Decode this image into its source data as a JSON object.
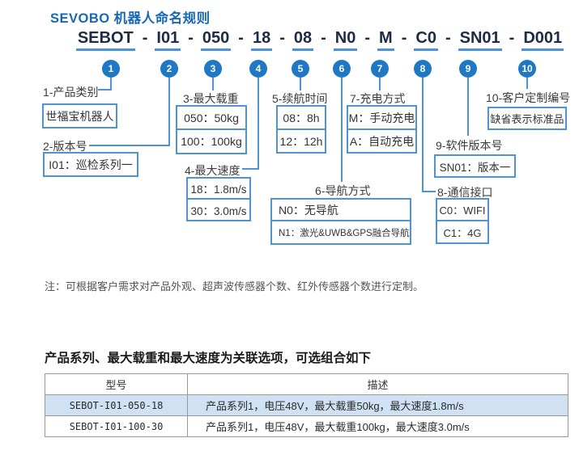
{
  "title": "SEVOBO 机器人命名规则",
  "model": {
    "segments": [
      "SEBOT",
      "I01",
      "050",
      "18",
      "08",
      "N0",
      "M",
      "C0",
      "SN01",
      "D001"
    ],
    "separator": "-"
  },
  "groups": [
    {
      "num": "1",
      "label": "1-产品类别",
      "options": [
        "世福宝机器人"
      ]
    },
    {
      "num": "2",
      "label": "2-版本号",
      "options": [
        "I01：巡检系列一"
      ]
    },
    {
      "num": "3",
      "label": "3-最大载重",
      "options": [
        "050：50kg",
        "100：100kg"
      ]
    },
    {
      "num": "4",
      "label": "4-最大速度",
      "options": [
        "18：1.8m/s",
        "30：3.0m/s"
      ]
    },
    {
      "num": "5",
      "label": "5-续航时间",
      "options": [
        "08：8h",
        "12：12h"
      ]
    },
    {
      "num": "6",
      "label": "6-导航方式",
      "options": [
        "N0：无导航",
        "N1：激光&UWB&GPS融合导航"
      ]
    },
    {
      "num": "7",
      "label": "7-充电方式",
      "options": [
        "M：手动充电",
        "A：自动充电"
      ]
    },
    {
      "num": "8",
      "label": "8-通信接口",
      "options": [
        "C0：WIFI",
        "C1：4G"
      ]
    },
    {
      "num": "9",
      "label": "9-软件版本号",
      "options": [
        "SN01：版本一"
      ]
    },
    {
      "num": "10",
      "label": "10-客户定制编号",
      "options": [
        "缺省表示标准品"
      ]
    }
  ],
  "note": "注：可根据客户需求对产品外观、超声波传感器个数、红外传感器个数进行定制。",
  "combo_title": "产品系列、最大载重和最大速度为关联选项，可选组合如下",
  "table": {
    "headers": [
      "型号",
      "描述"
    ],
    "rows": [
      {
        "model": "SEBOT-I01-050-18",
        "desc": "产品系列1，电压48V，最大载重50kg，最大速度1.8m/s",
        "highlighted": true
      },
      {
        "model": "SEBOT-I01-100-30",
        "desc": "产品系列1，电压48V，最大载重100kg，最大速度3.0m/s",
        "highlighted": false
      }
    ]
  },
  "colors": {
    "title_blue": "#1769b4",
    "accent_blue": "#4e93d6",
    "circle_blue": "#1e78c4",
    "model_text": "#1d2b45",
    "table_highlight_row": "#cfe1f2"
  }
}
